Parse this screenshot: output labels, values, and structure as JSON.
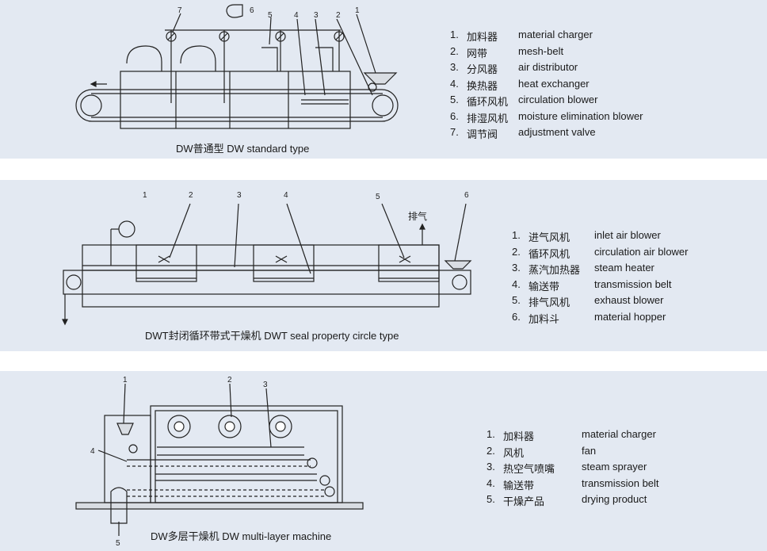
{
  "dw": {
    "caption": "DW普通型 DW standard type",
    "callouts": [
      "7",
      "6",
      "5",
      "4",
      "3",
      "2",
      "1"
    ],
    "legend": [
      {
        "num": "1.",
        "cn": "加料器",
        "en": "material charger"
      },
      {
        "num": "2.",
        "cn": "网带",
        "en": "mesh-belt"
      },
      {
        "num": "3.",
        "cn": "分风器",
        "en": "air distributor"
      },
      {
        "num": "4.",
        "cn": "换热器",
        "en": "heat exchanger"
      },
      {
        "num": "5.",
        "cn": "循环风机",
        "en": "circulation blower"
      },
      {
        "num": "6.",
        "cn": "排湿风机",
        "en": "moisture elimination blower"
      },
      {
        "num": "7.",
        "cn": "调节阀",
        "en": "adjustment valve"
      }
    ]
  },
  "dwt": {
    "caption": "DWT封闭循环带式干燥机 DWT seal property circle type",
    "callouts": [
      "1",
      "2",
      "3",
      "4",
      "5",
      "6"
    ],
    "exhaust_label": "排气",
    "legend": [
      {
        "num": "1.",
        "cn": "进气风机",
        "en": "inlet air blower"
      },
      {
        "num": "2.",
        "cn": "循环风机",
        "en": "circulation air blower"
      },
      {
        "num": "3.",
        "cn": "蒸汽加热器",
        "en": "steam heater"
      },
      {
        "num": "4.",
        "cn": "输送带",
        "en": "transmission belt"
      },
      {
        "num": "5.",
        "cn": "排气风机",
        "en": "exhaust blower"
      },
      {
        "num": "6.",
        "cn": "加料斗",
        "en": "material hopper"
      }
    ]
  },
  "multi": {
    "caption": "DW多层干燥机 DW multi-layer machine",
    "callouts": [
      "1",
      "2",
      "3",
      "4",
      "5"
    ],
    "legend": [
      {
        "num": "1.",
        "cn": "加料器",
        "en": "material charger"
      },
      {
        "num": "2.",
        "cn": "风机",
        "en": "fan"
      },
      {
        "num": "3.",
        "cn": "热空气喷嘴",
        "en": "steam sprayer"
      },
      {
        "num": "4.",
        "cn": "输送带",
        "en": "transmission belt"
      },
      {
        "num": "5.",
        "cn": "干燥产品",
        "en": "drying product"
      }
    ]
  }
}
